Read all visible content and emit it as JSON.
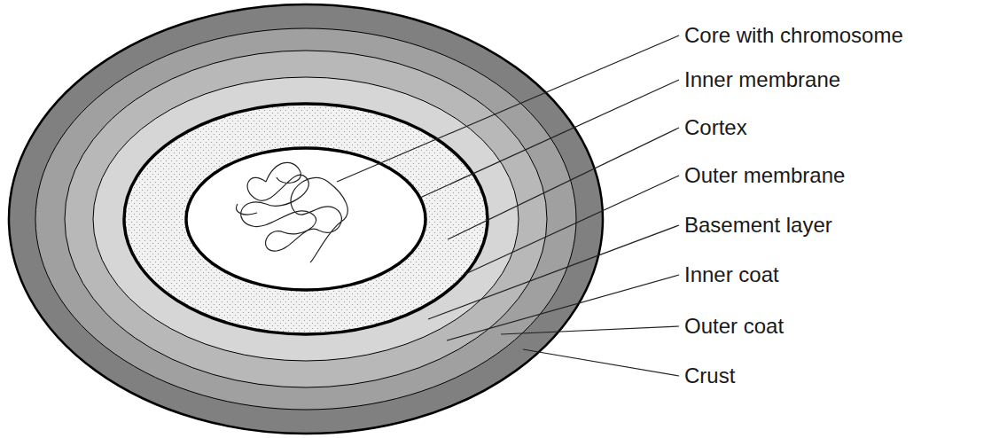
{
  "diagram": {
    "labels": [
      "Core with chromosome",
      "Inner membrane",
      "Cortex",
      "Outer membrane",
      "Basement layer",
      "Inner coat",
      "Outer coat",
      "Crust"
    ]
  }
}
